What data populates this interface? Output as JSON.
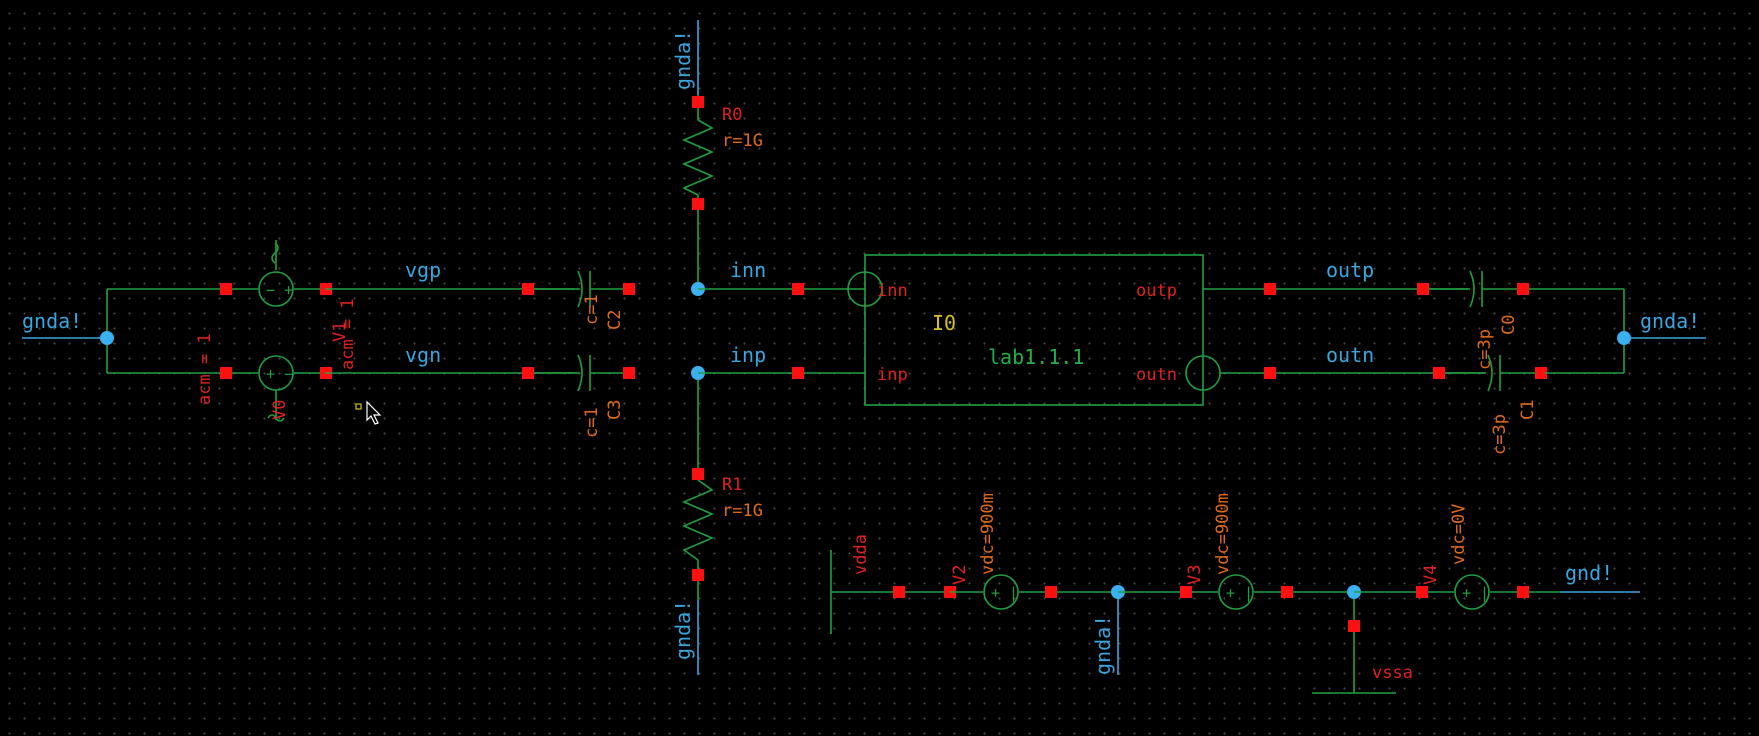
{
  "schematic": {
    "nets": {
      "gnda_left": "gnda!",
      "gnda_top": "gnda!",
      "gnda_bottom": "gnda!",
      "gnda_right": "gnda!",
      "gnda_supply": "gnda!",
      "gnd": "gnd!",
      "vgp": "vgp",
      "vgn": "vgn",
      "inn": "inn",
      "inp": "inp",
      "outp": "outp",
      "outn": "outn",
      "vdda": "vdda",
      "vssa": "vssa"
    },
    "instance": {
      "name": "I0",
      "cell": "lab1.1.1",
      "pin_inn": "inn",
      "pin_inp": "inp",
      "pin_outp": "outp",
      "pin_outn": "outn"
    },
    "resistors": {
      "r0_name": "R0",
      "r0_value": "r=1G",
      "r1_name": "R1",
      "r1_value": "r=1G"
    },
    "capacitors": {
      "c2_name": "C2",
      "c2_value": "c=1",
      "c3_name": "C3",
      "c3_value": "c=1",
      "c0_name": "C0",
      "c0_value": "c=3p",
      "c1_name": "C1",
      "c1_value": "c=3p"
    },
    "sources": {
      "v0_name": "V0",
      "v0_param": "acm = 1",
      "v1_name": "V1",
      "v1_param": "acm = 1",
      "v2_name": "V2",
      "v2_param": "vdc=900m",
      "v3_name": "V3",
      "v3_param": "vdc=900m",
      "v4_name": "V4",
      "v4_param": "vdc=0V"
    }
  },
  "colors": {
    "background": "#000000",
    "wire": "#21a040",
    "net_label": "#3aa6e0",
    "pin": "#ff1010",
    "instance_label": "#e02020",
    "param": "#e06a1a"
  }
}
